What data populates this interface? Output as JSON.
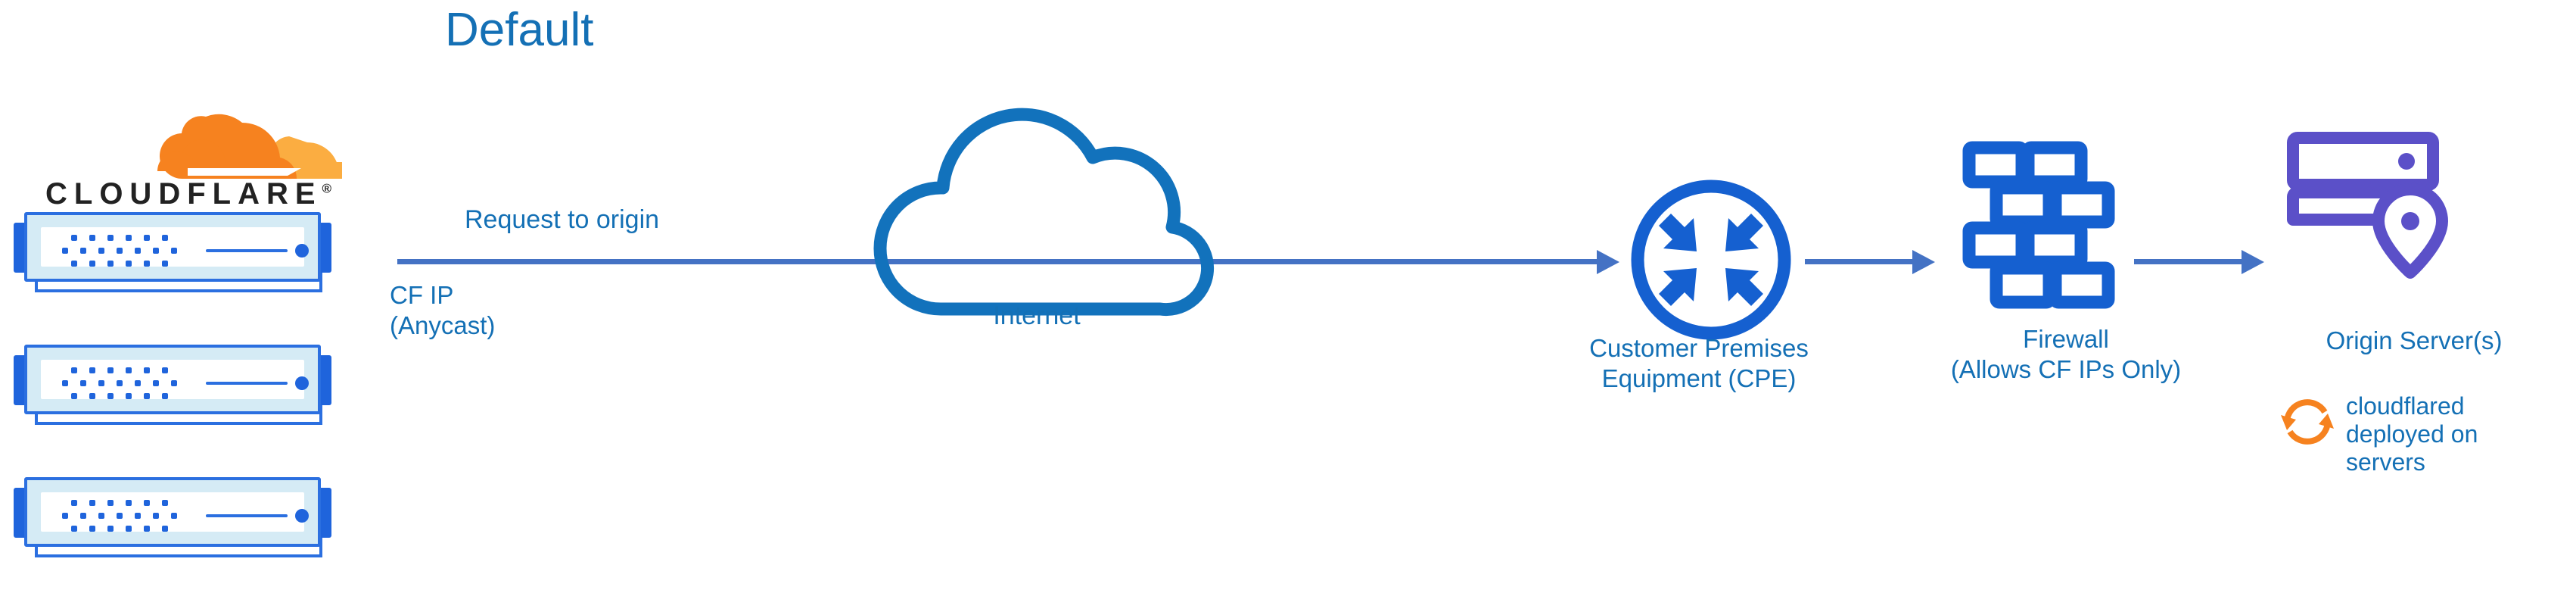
{
  "title": "Default",
  "colors": {
    "label_blue": "#1470B5",
    "arrow_blue": "#4472C4",
    "icon_blue": "#1560D0",
    "rack_blue": "#1F64DC",
    "rack_bezel": "#D5EBF5",
    "origin_purple": "#5B50C8",
    "cloudflare_orange": "#F6821F",
    "cloudflare_orange_light": "#FBAD41",
    "wordmark_black": "#222222"
  },
  "brand": {
    "logo_name": "cloudflare-cloud-logo",
    "wordmark": "CLOUDFLARE",
    "registered_mark": "®"
  },
  "racks": {
    "name": "cloudflare-edge-server-rack",
    "count": 3
  },
  "labels": {
    "request_to_origin": "Request to origin",
    "cf_ip": "CF IP\n(Anycast)",
    "internet": "Internet",
    "cpe": "Customer Premises\nEquipment (CPE)",
    "firewall": "Firewall\n(Allows CF IPs Only)",
    "origin_server": "Origin Server(s)",
    "cloudflared": "cloudflared deployed on servers"
  },
  "icons": {
    "internet": "cloud-icon",
    "cpe": "router-icon",
    "firewall": "brick-wall-icon",
    "origin": "server-location-icon",
    "cloudflared": "sync-arrows-icon"
  },
  "flow": {
    "steps": [
      "Cloudflare edge servers",
      "Internet",
      "Customer Premises Equipment (CPE)",
      "Firewall (Allows CF IPs Only)",
      "Origin Server(s)"
    ],
    "arrows": [
      {
        "name": "arrow-edge-to-cpe",
        "label": "Request to origin"
      },
      {
        "name": "arrow-cpe-to-firewall",
        "label": ""
      },
      {
        "name": "arrow-firewall-to-origin",
        "label": ""
      }
    ]
  }
}
